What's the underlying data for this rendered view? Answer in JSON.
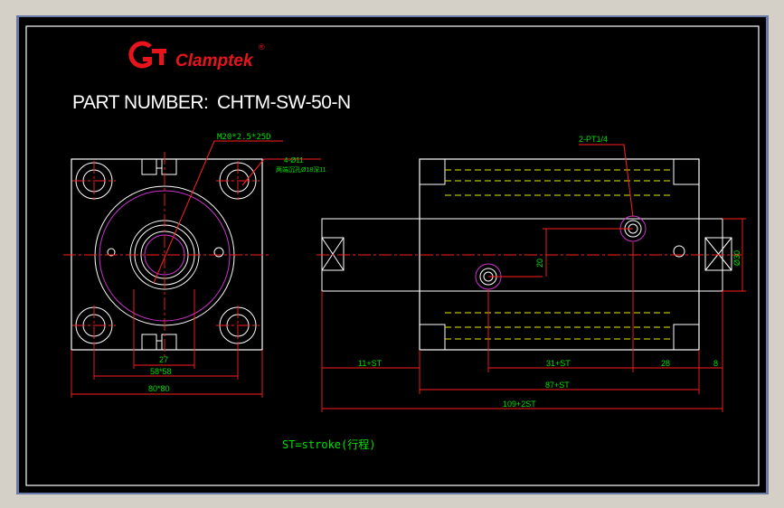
{
  "brand": {
    "name": "Clamptek",
    "registered_mark": "®",
    "logo_letter": "G",
    "color": "#e8141b"
  },
  "part_number": {
    "label": "PART NUMBER:",
    "value": "CHTM-SW-50-N"
  },
  "front_view": {
    "thread_note": "M20*2.5*25D",
    "hole_count": "4-Ø11",
    "hole_note": "两端沉孔Ø18深11",
    "dim_inner": "27",
    "dim_bolt_pitch": "58*58",
    "dim_body": "80*80"
  },
  "side_view": {
    "port_note": "2-PT1/4",
    "dim_port_offset": "20",
    "dim_rod_dia": "Ø30",
    "dim_rod_ext": "11+ST",
    "dim_port_pitch": "31+ST",
    "dim_port_end": "28",
    "dim_rod_end": "8",
    "dim_body_len": "87+ST",
    "dim_total_len": "109+2ST"
  },
  "footnote": "ST=stroke(行程)",
  "colors": {
    "background": "#000000",
    "frame": "#ffffff",
    "outline": "#ffffff",
    "centerline": "#ff2020",
    "dimension": "#00e000",
    "hidden": "#e8e800",
    "thread": "#cc33cc",
    "text": "#ffffff"
  }
}
